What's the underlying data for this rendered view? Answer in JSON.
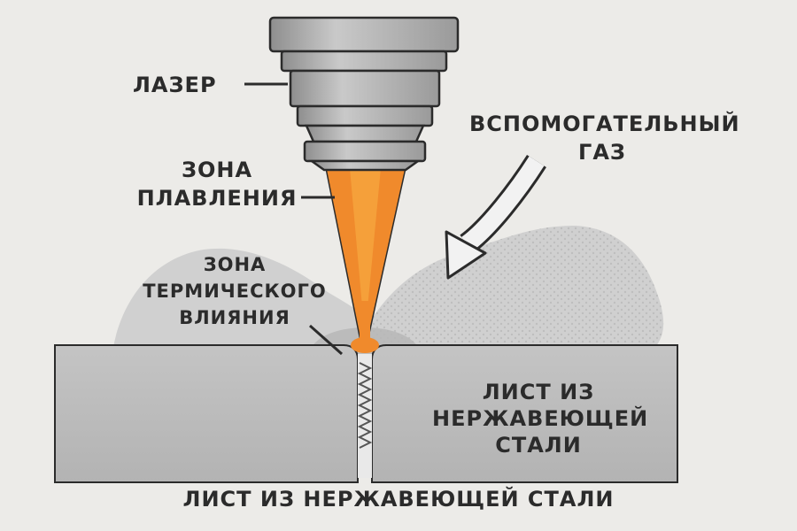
{
  "labels": {
    "laser": "ЛАЗЕР",
    "melt_zone": [
      "ЗОНА",
      "ПЛАВЛЕНИЯ"
    ],
    "heat_affected_zone": [
      "ЗОНА",
      "ТЕРМИЧЕСКОГО",
      "ВЛИЯНИЯ"
    ],
    "assist_gas": [
      "ВСПОМОГАТЕЛЬНЫЙ",
      "ГАЗ"
    ],
    "sheet_right": [
      "ЛИСТ ИЗ",
      "НЕРЖАВЕЮЩЕЙ",
      "СТАЛИ"
    ],
    "sheet_bottom": "ЛИСТ ИЗ НЕРЖАВЕЮЩЕЙ СТАЛИ"
  },
  "colors": {
    "background": "#ecebe8",
    "nozzle": "#b9b9b9",
    "beam": "#f08a2c",
    "beam_core": "#f6a53f",
    "sheet": "#bdbdbd",
    "haz_cloud": "#cfcfcf",
    "outline": "#2b2b2b"
  }
}
